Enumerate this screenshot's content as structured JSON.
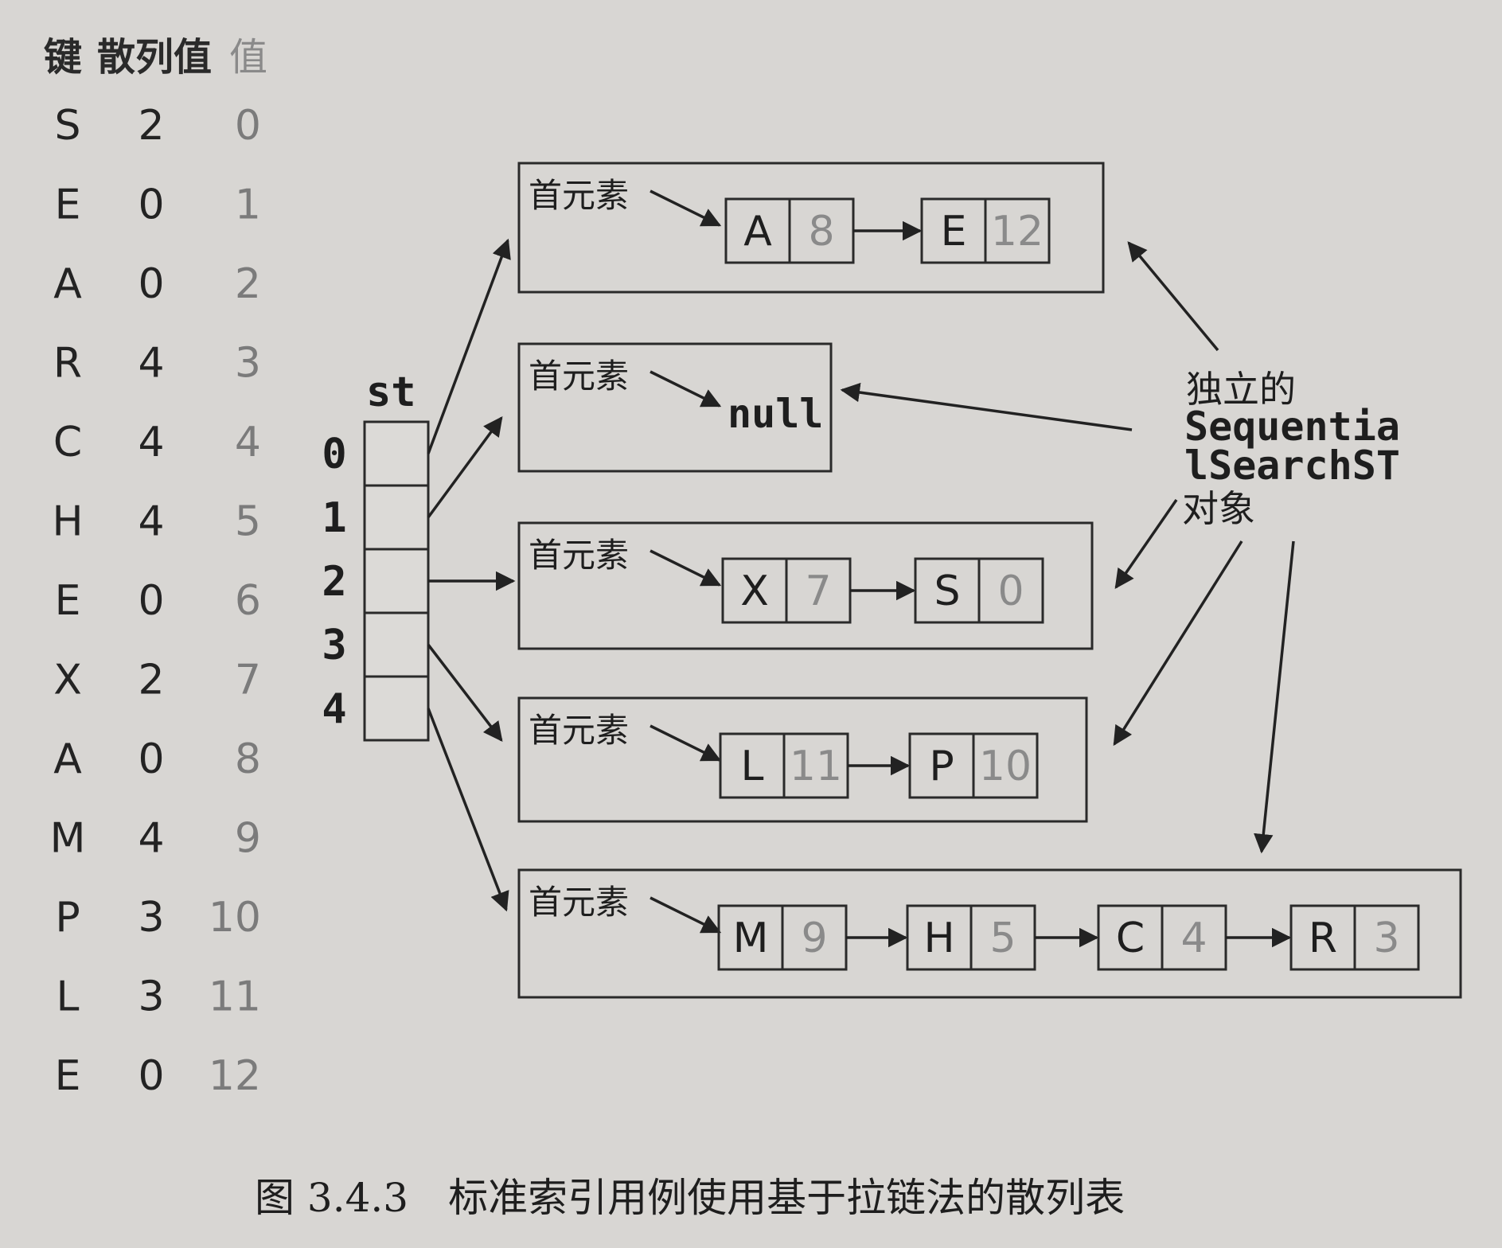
{
  "table": {
    "headers": {
      "key": "键",
      "hash": "散列值",
      "value": "值"
    },
    "rows": [
      {
        "key": "S",
        "hash": "2",
        "value": "0"
      },
      {
        "key": "E",
        "hash": "0",
        "value": "1"
      },
      {
        "key": "A",
        "hash": "0",
        "value": "2"
      },
      {
        "key": "R",
        "hash": "4",
        "value": "3"
      },
      {
        "key": "C",
        "hash": "4",
        "value": "4"
      },
      {
        "key": "H",
        "hash": "4",
        "value": "5"
      },
      {
        "key": "E",
        "hash": "0",
        "value": "6"
      },
      {
        "key": "X",
        "hash": "2",
        "value": "7"
      },
      {
        "key": "A",
        "hash": "0",
        "value": "8"
      },
      {
        "key": "M",
        "hash": "4",
        "value": "9"
      },
      {
        "key": "P",
        "hash": "3",
        "value": "10"
      },
      {
        "key": "L",
        "hash": "3",
        "value": "11"
      },
      {
        "key": "E",
        "hash": "0",
        "value": "12"
      }
    ]
  },
  "array": {
    "label": "st",
    "indices": [
      "0",
      "1",
      "2",
      "3",
      "4"
    ]
  },
  "chains": [
    {
      "first_label": "首元素",
      "nodes": [
        {
          "key": "A",
          "value": "8"
        },
        {
          "key": "E",
          "value": "12"
        }
      ]
    },
    {
      "first_label": "首元素",
      "null_label": "null",
      "nodes": []
    },
    {
      "first_label": "首元素",
      "nodes": [
        {
          "key": "X",
          "value": "7"
        },
        {
          "key": "S",
          "value": "0"
        }
      ]
    },
    {
      "first_label": "首元素",
      "nodes": [
        {
          "key": "L",
          "value": "11"
        },
        {
          "key": "P",
          "value": "10"
        }
      ]
    },
    {
      "first_label": "首元素",
      "nodes": [
        {
          "key": "M",
          "value": "9"
        },
        {
          "key": "H",
          "value": "5"
        },
        {
          "key": "C",
          "value": "4"
        },
        {
          "key": "R",
          "value": "3"
        }
      ]
    }
  ],
  "annotation": {
    "line1": "独立的",
    "line2": "Sequentia",
    "line3": "lSearchST",
    "line4": "对象"
  },
  "caption": "图 3.4.3　标准索引用例使用基于拉链法的散列表"
}
